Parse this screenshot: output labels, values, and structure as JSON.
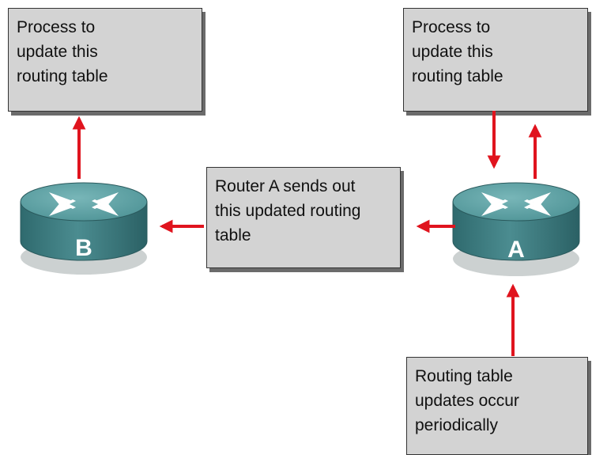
{
  "boxes": {
    "top_left": "Process to\nupdate this\nrouting table",
    "top_right": "Process to\nupdate this\nrouting table",
    "middle": "Router A sends out\nthis updated routing\ntable",
    "bottom": "Routing table\nupdates occur\nperiodically"
  },
  "routers": {
    "left": "B",
    "right": "A"
  },
  "colors": {
    "arrow": "#e0141e",
    "router_body": "#3e7f83",
    "router_top": "#5fa3a6",
    "box_fill": "#d3d3d3"
  }
}
